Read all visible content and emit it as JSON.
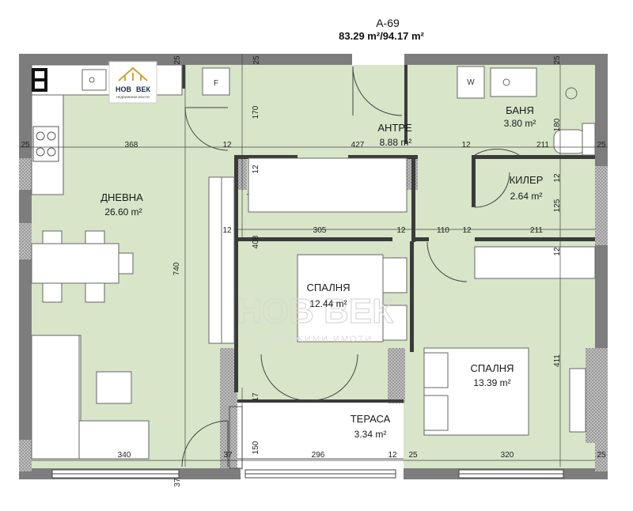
{
  "plan": {
    "unit_id": "A-69",
    "areas": "83.29 m²/94.17 m²"
  },
  "logo": {
    "word_left": "НОВ",
    "word_right": "ВЕК",
    "tagline": "НЕДВИЖИМИ ИМОТИ"
  },
  "watermark": {
    "main": "НОВ ВЕК",
    "sub": "НЕДВИЖИМИ ИМОТИ"
  },
  "rooms": {
    "living": {
      "name": "ДНЕВНА",
      "area": "26.60 m²"
    },
    "hall": {
      "name": "АНТРЕ",
      "area": "8.88 m²"
    },
    "bath": {
      "name": "БАНЯ",
      "area": "3.80 m²"
    },
    "storage": {
      "name": "КИЛЕР",
      "area": "2.64 m²"
    },
    "bedroom1": {
      "name": "СПАЛНЯ",
      "area": "12.44 m²"
    },
    "bedroom2": {
      "name": "СПАЛНЯ",
      "area": "13.39 m²"
    },
    "terrace": {
      "name": "ТЕРАСА",
      "area": "3.34 m²"
    }
  },
  "fixtures": {
    "fridge": "F",
    "washer": "W"
  },
  "dimensions": {
    "top_wall_1": "25",
    "top_wall_2": "25",
    "top_wall_3": "25",
    "row1_left_wall": "25",
    "row1_living": "368",
    "row1_p1": "12",
    "row1_hall": "427",
    "row1_p2": "12",
    "row1_bath": "211",
    "row1_right_wall": "25",
    "v_170": "170",
    "v_180": "180",
    "v_12_a": "12",
    "v_12_b": "12",
    "v_12_c": "12",
    "v_125": "125",
    "v_408": "408",
    "v_740": "740",
    "v_411": "411",
    "row2_p1": "12",
    "row2_bed": "305",
    "row2_p2": "12",
    "row2_110": "110",
    "row2_p3": "12",
    "row2_211": "211",
    "v_17": "17",
    "v_150": "150",
    "bot_340": "340",
    "bot_37": "37",
    "bot_296": "296",
    "bot_12": "12",
    "bot_25a": "25",
    "bot_320": "320",
    "bot_25b": "25",
    "bot_37b": "37"
  }
}
